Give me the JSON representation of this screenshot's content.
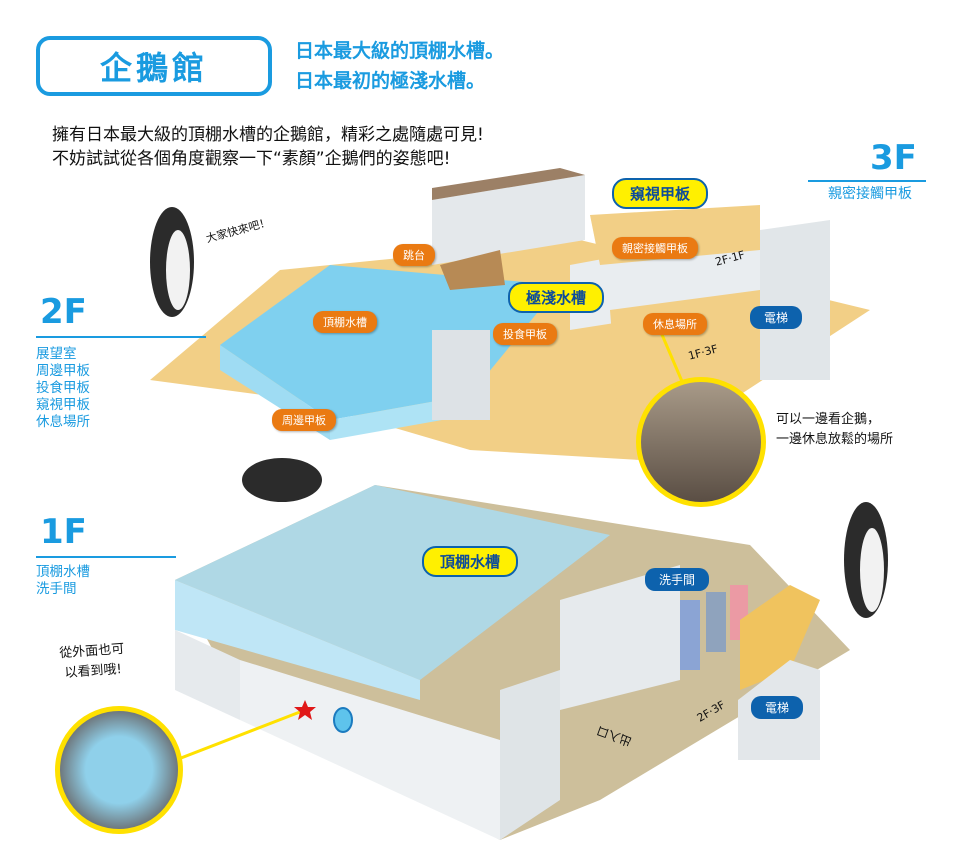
{
  "header": {
    "title": "企鵝館",
    "tagline_1": "日本最大級的頂棚水槽。",
    "tagline_2": "日本最初的極淺水槽。",
    "intro_1": "擁有日本最大級的頂棚水槽的企鵝館，精彩之處隨處可見!",
    "intro_2": "不妨試試從各個角度觀察一下“素顏”企鵝們的姿態吧!"
  },
  "floors": {
    "f3": {
      "label": "3F",
      "items": [
        "親密接觸甲板"
      ]
    },
    "f2": {
      "label": "2F",
      "items": [
        "展望室",
        "周邊甲板",
        "投食甲板",
        "窺視甲板",
        "休息場所"
      ]
    },
    "f1": {
      "label": "1F",
      "items": [
        "頂棚水槽",
        "洗手間"
      ]
    }
  },
  "labels": {
    "peek_deck": "窺視甲板",
    "contact_deck": "親密接觸甲板",
    "diving": "跳台",
    "shallow_tank": "極淺水槽",
    "ceiling_tank_2f": "頂棚水槽",
    "feeding_deck": "投食甲板",
    "rest_area": "休息場所",
    "elevator_2f": "電梯",
    "around_deck": "周邊甲板",
    "ceiling_tank_1f": "頂棚水槽",
    "restroom": "洗手間",
    "elevator_1f": "電梯",
    "exit": "出入口",
    "stairs_2f1f": "2F·1F",
    "stairs_1f3f": "1F·3F",
    "stairs_2f3f": "2F·3F"
  },
  "notes": {
    "come_quick": "大家快來吧！",
    "rest_note_1": "可以一邊看企鵝，",
    "rest_note_2": "一邊休息放鬆的場所",
    "outside_1": "從外面也可",
    "outside_2": "以看到哦!"
  },
  "colors": {
    "accent": "#1a9be0",
    "orange": "#ea7a12",
    "navy": "#0d62ad",
    "yellow": "#fff000"
  }
}
